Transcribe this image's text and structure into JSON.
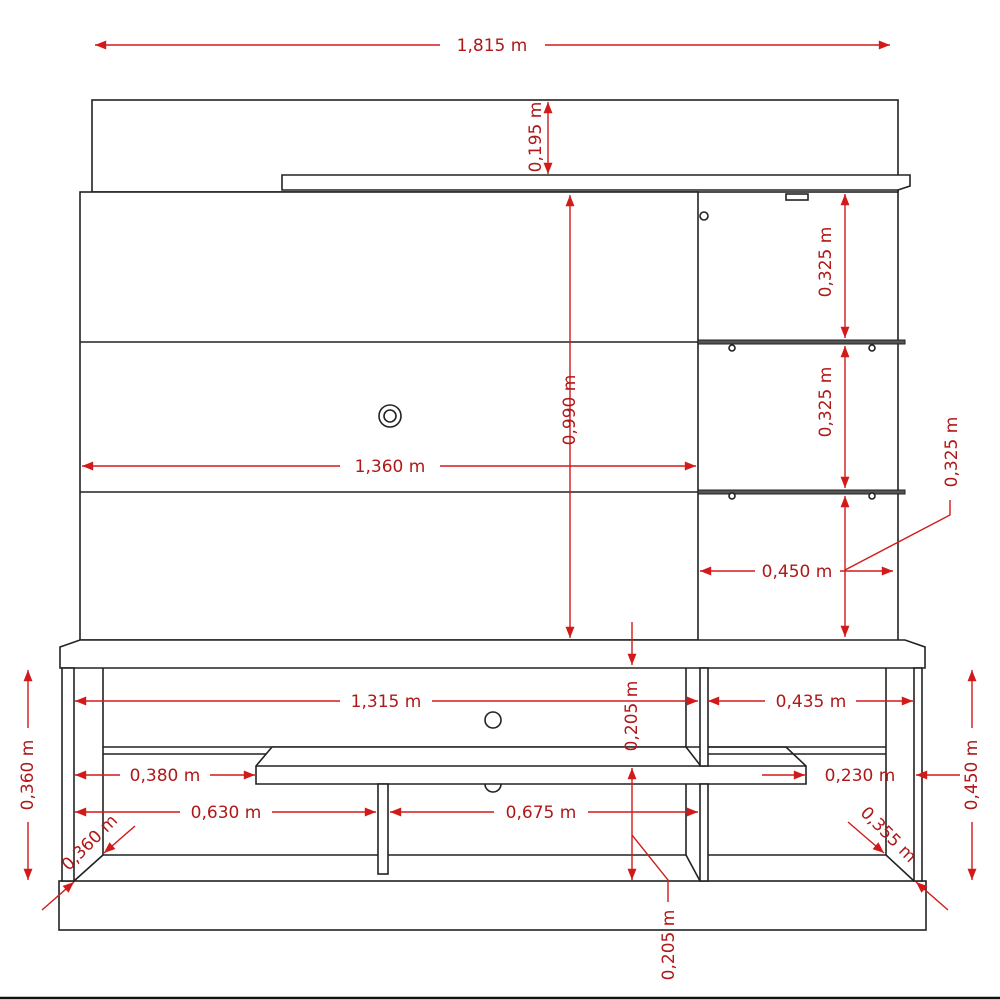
{
  "colors": {
    "dimension": "#d21a1a",
    "outline": "#222222"
  },
  "dimensions": {
    "total_width": "1,815 m",
    "top_panel_height": "0,195 m",
    "shelf_gap_1": "0,325 m",
    "shelf_gap_2": "0,325 m",
    "shelf_gap_3": "0,325 m",
    "panel_height": "0,990 m",
    "panel_width": "1,360 m",
    "glass_shelf_width": "0,450 m",
    "rack_inner_width": "1,315 m",
    "right_niche_width": "0,435 m",
    "upper_niche_height": "0,205 m",
    "shelf_offset_left": "0,380 m",
    "shelf_offset_right": "0,230 m",
    "lower_left_width": "0,630 m",
    "lower_center_width": "0,675 m",
    "lower_niche_height": "0,205 m",
    "rack_height_left": "0,360 m",
    "rack_height_right": "0,450 m",
    "depth_left": "0,360 m",
    "depth_right": "0,355 m"
  }
}
